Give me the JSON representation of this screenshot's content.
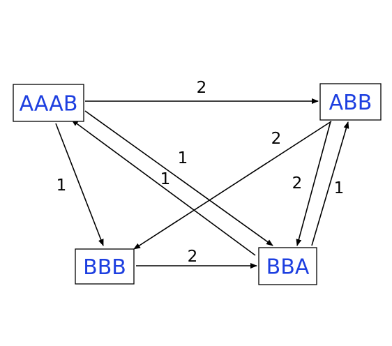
{
  "diagram": {
    "nodes": [
      {
        "id": "AAAB",
        "label": "AAAB"
      },
      {
        "id": "ABB",
        "label": "ABB"
      },
      {
        "id": "BBB",
        "label": "BBB"
      },
      {
        "id": "BBA",
        "label": "BBA"
      }
    ],
    "edges": [
      {
        "from": "AAAB",
        "to": "ABB",
        "label": "2"
      },
      {
        "from": "AAAB",
        "to": "BBB",
        "label": "1"
      },
      {
        "from": "AAAB",
        "to": "BBA",
        "label": "1"
      },
      {
        "from": "BBA",
        "to": "AAAB",
        "label": "1"
      },
      {
        "from": "ABB",
        "to": "BBB",
        "label": "2"
      },
      {
        "from": "ABB",
        "to": "BBA",
        "label": "2"
      },
      {
        "from": "BBA",
        "to": "ABB",
        "label": "1"
      },
      {
        "from": "BBB",
        "to": "BBA",
        "label": "2"
      }
    ],
    "colors": {
      "node_text": "#1d3fe0",
      "edge": "#000000",
      "node_border": "#000000"
    }
  }
}
